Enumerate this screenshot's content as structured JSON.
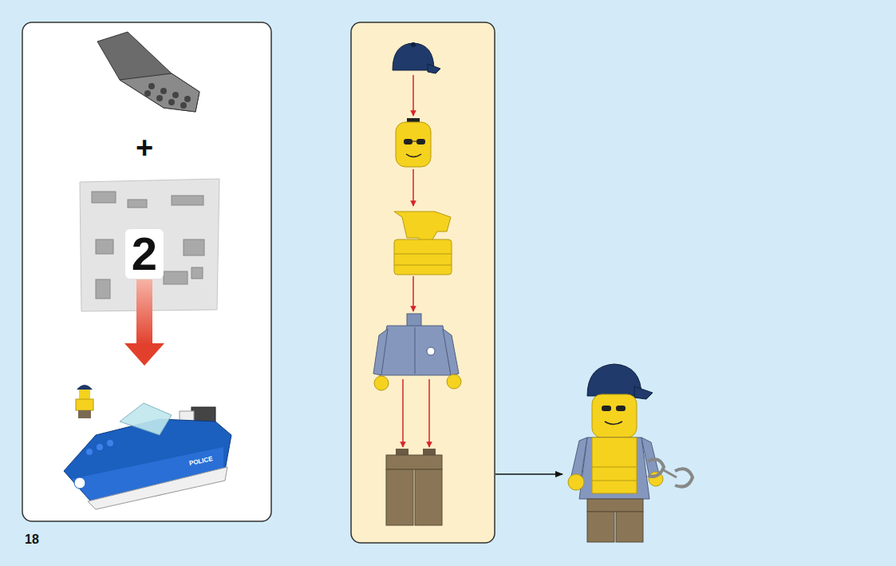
{
  "diagram": {
    "labels": [
      "+",
      "2",
      "POLICE",
      "18"
    ]
  }
}
